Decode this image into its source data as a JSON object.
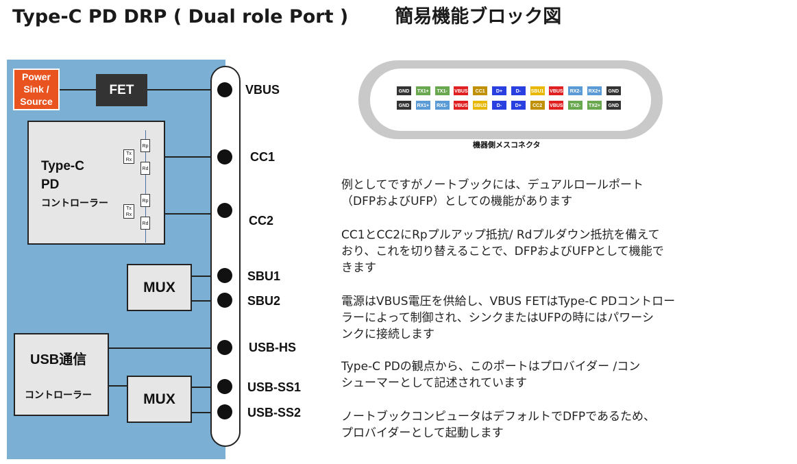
{
  "title": {
    "left": "Type-C PD DRP ( Dual role Port )",
    "right": "簡易機能ブロック図"
  },
  "blocks": {
    "power": [
      "Power",
      "Sink /",
      "Source"
    ],
    "fet": "FET",
    "pd_controller": {
      "line1": "Type-C",
      "line2": "PD",
      "line3": "コントローラー"
    },
    "resistor_rp": "Rp",
    "resistor_rd": "Rd",
    "txrx": [
      "Tx",
      "Rx"
    ],
    "mux": "MUX",
    "usb_controller": {
      "line1": "USB通信",
      "line2": "コントローラー"
    }
  },
  "pins": [
    "VBUS",
    "CC1",
    "CC2",
    "SBU1",
    "SBU2",
    "USB-HS",
    "USB-SS1",
    "USB-SS2"
  ],
  "connector": {
    "caption": "機器側メスコネクタ",
    "top_row": [
      "GND",
      "TX1+",
      "TX1-",
      "VBUS",
      "CC1",
      "D+",
      "D-",
      "SBU1",
      "VBUS",
      "RX2-",
      "RX2+",
      "GND"
    ],
    "bottom_row": [
      "GND",
      "RX1+",
      "RX1-",
      "VBUS",
      "SBU2",
      "D-",
      "D+",
      "CC2",
      "VBUS",
      "TX2-",
      "TX2+",
      "GND"
    ],
    "colors": {
      "GND": "#333333",
      "TX": "#6aa84f",
      "RX": "#5b9bd5",
      "VBUS": "#e02020",
      "CC": "#c09000",
      "SBU": "#e8b800",
      "D": "#2a3fe0"
    }
  },
  "paragraphs": [
    [
      "例としてですがノートブックには、デュアルロールポート",
      "（DFPおよびUFP）としての機能があります"
    ],
    [
      "CC1とCC2にRpプルアップ抵抗/ Rdプルダウン抵抗を備えて",
      "おり、これを切り替えることで、DFPおよびUFPとして機能で",
      "きます"
    ],
    [
      "電源はVBUS電圧を供給し、VBUS FETはType-C PDコントロー",
      "ラーによって制御され、シンクまたはUFPの時にはパワーシ",
      "ンクに接続します"
    ],
    [
      "Type-C PDの観点から、このポートはプロバイダー /コン",
      "シューマーとして記述されています"
    ],
    [
      "ノートブックコンピュータはデフォルトでDFPであるため、",
      "プロバイダーとして起動します"
    ]
  ]
}
